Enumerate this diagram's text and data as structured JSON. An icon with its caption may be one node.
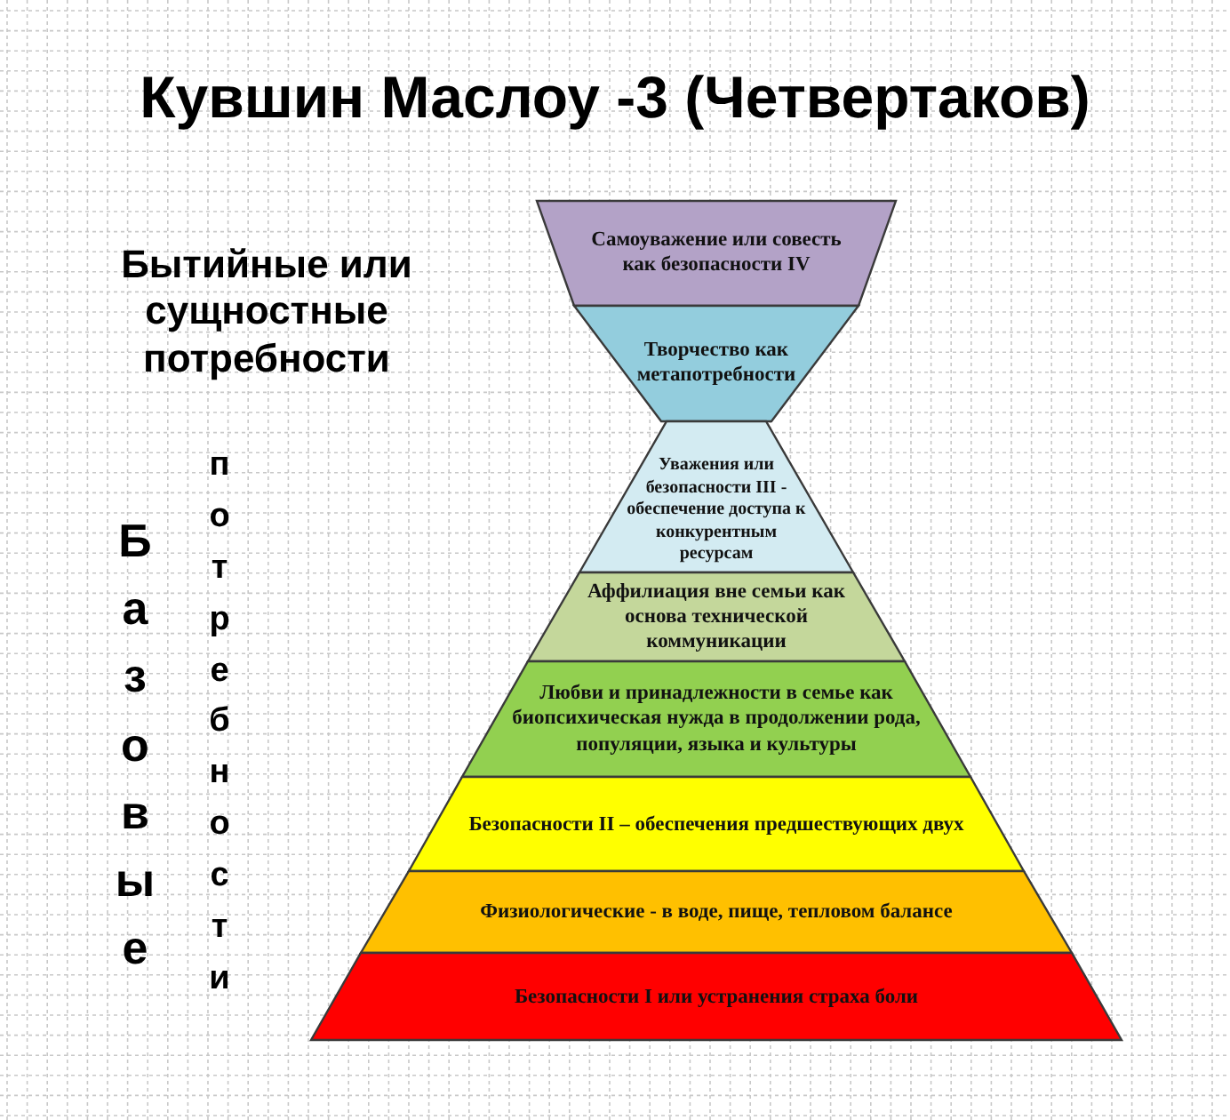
{
  "diagram": {
    "title": "Кувшин Маслоу -3 (Четвертаков)",
    "nodes": [
      {
        "text": [
          "Самоуважение или совесть как безопасности IV"
        ]
      },
      {
        "text": [
          "Творчество как метапотребности"
        ]
      },
      {
        "text": [
          "Уважения или безопасности III - обеспечение доступа к конкурентным ресурсам"
        ]
      },
      {
        "text": [
          "Аффилиация вне семьи как основа технической коммуникации"
        ]
      },
      {
        "text": [
          "Любви и принадлежности в семье как биопсихическая нужда в продолжении рода, популяции, языка и культуры"
        ]
      },
      {
        "text": [
          "Безопасности II – обеспечения предшествующих двух"
        ]
      },
      {
        "text": [
          "Физиологические  - в воде, пище, тепловом балансе"
        ]
      },
      {
        "text": [
          "Безопасности I или устранения страха боли"
        ]
      }
    ],
    "labels": [
      "Бытийные или сущностные потребности",
      "Базовые",
      "потребности"
    ]
  }
}
